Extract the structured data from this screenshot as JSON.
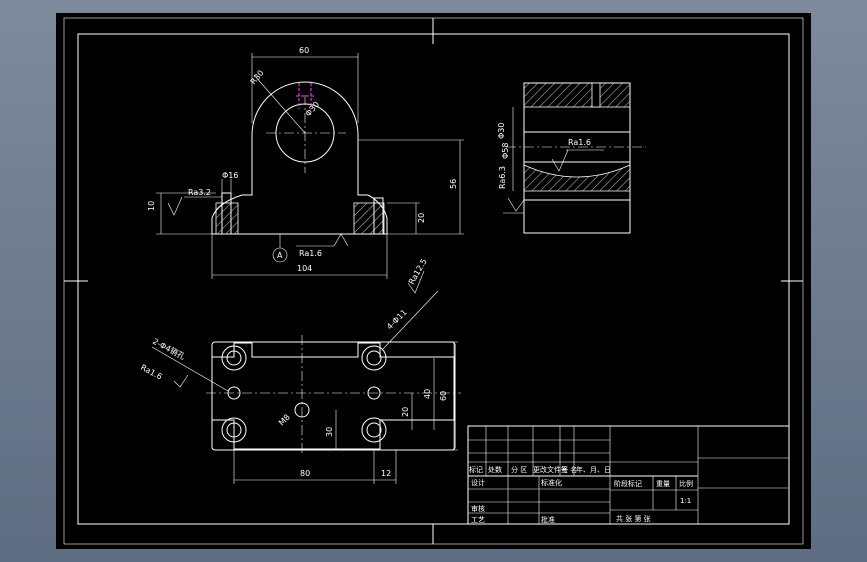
{
  "drawing": {
    "front_view": {
      "width_top": "60",
      "radius": "R30",
      "bore_dia": "Φ30",
      "hole_dia": "Φ16",
      "roughness_left": "Ra3.2",
      "height_left": "10",
      "height_total": "56",
      "base_height": "20",
      "roughness_bottom": "Ra1.6",
      "datum": "A",
      "base_width": "104"
    },
    "side_view": {
      "bore_dia": "Φ30",
      "inner_dia": "Φ58",
      "roughness_bore": "Ra1.6",
      "roughness_side": "Ra6.3"
    },
    "top_view": {
      "holes_note": "2-Φ4销孔",
      "roughness_pin": "Ra1.6",
      "bolt_holes": "4-Φ11",
      "roughness_bolt": "Ra12.5",
      "center_hole": "M8",
      "dim_30": "30",
      "dim_40": "40",
      "dim_60": "60",
      "dim_20": "20",
      "dim_80": "80",
      "dim_12": "12"
    }
  },
  "title_block": {
    "row_labels": [
      "标记",
      "处数",
      "分 区",
      "更改文件号",
      "签 名",
      "年、月、日"
    ],
    "design": "设计",
    "standardize": "标准化",
    "review": "审核",
    "process": "工艺",
    "approve": "批准",
    "stage_mark": "阶段标记",
    "weight": "重量",
    "scale": "比例",
    "scale_value": "1:1",
    "sheets": "共  张  第  张"
  }
}
